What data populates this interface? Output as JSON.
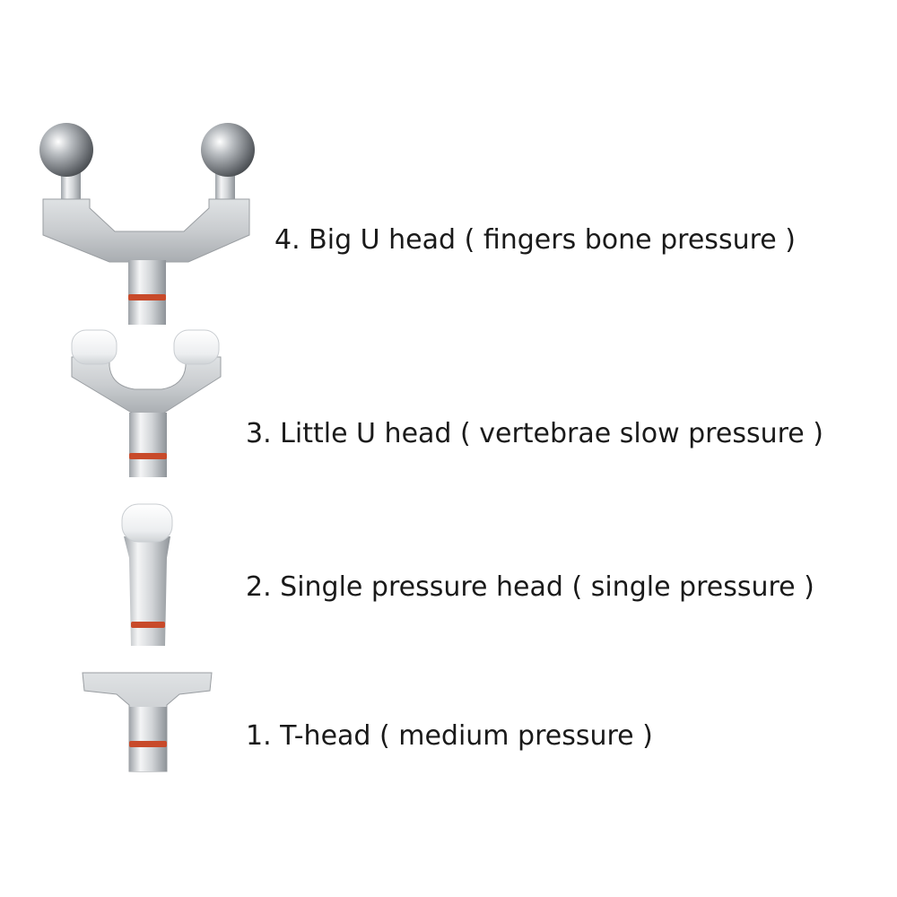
{
  "heads": [
    {
      "label": "4. Big U head ( fingers bone pressure )"
    },
    {
      "label": "3. Little U head ( vertebrae slow pressure )"
    },
    {
      "label": "2. Single pressure head ( single pressure )"
    },
    {
      "label": "1. T-head ( medium pressure )"
    }
  ],
  "colors": {
    "background": "#ffffff",
    "text": "#1a1a1a",
    "metal": "#c9cccf",
    "o_ring": "#c84a2a",
    "rubber_cap": "#eef0f2"
  }
}
